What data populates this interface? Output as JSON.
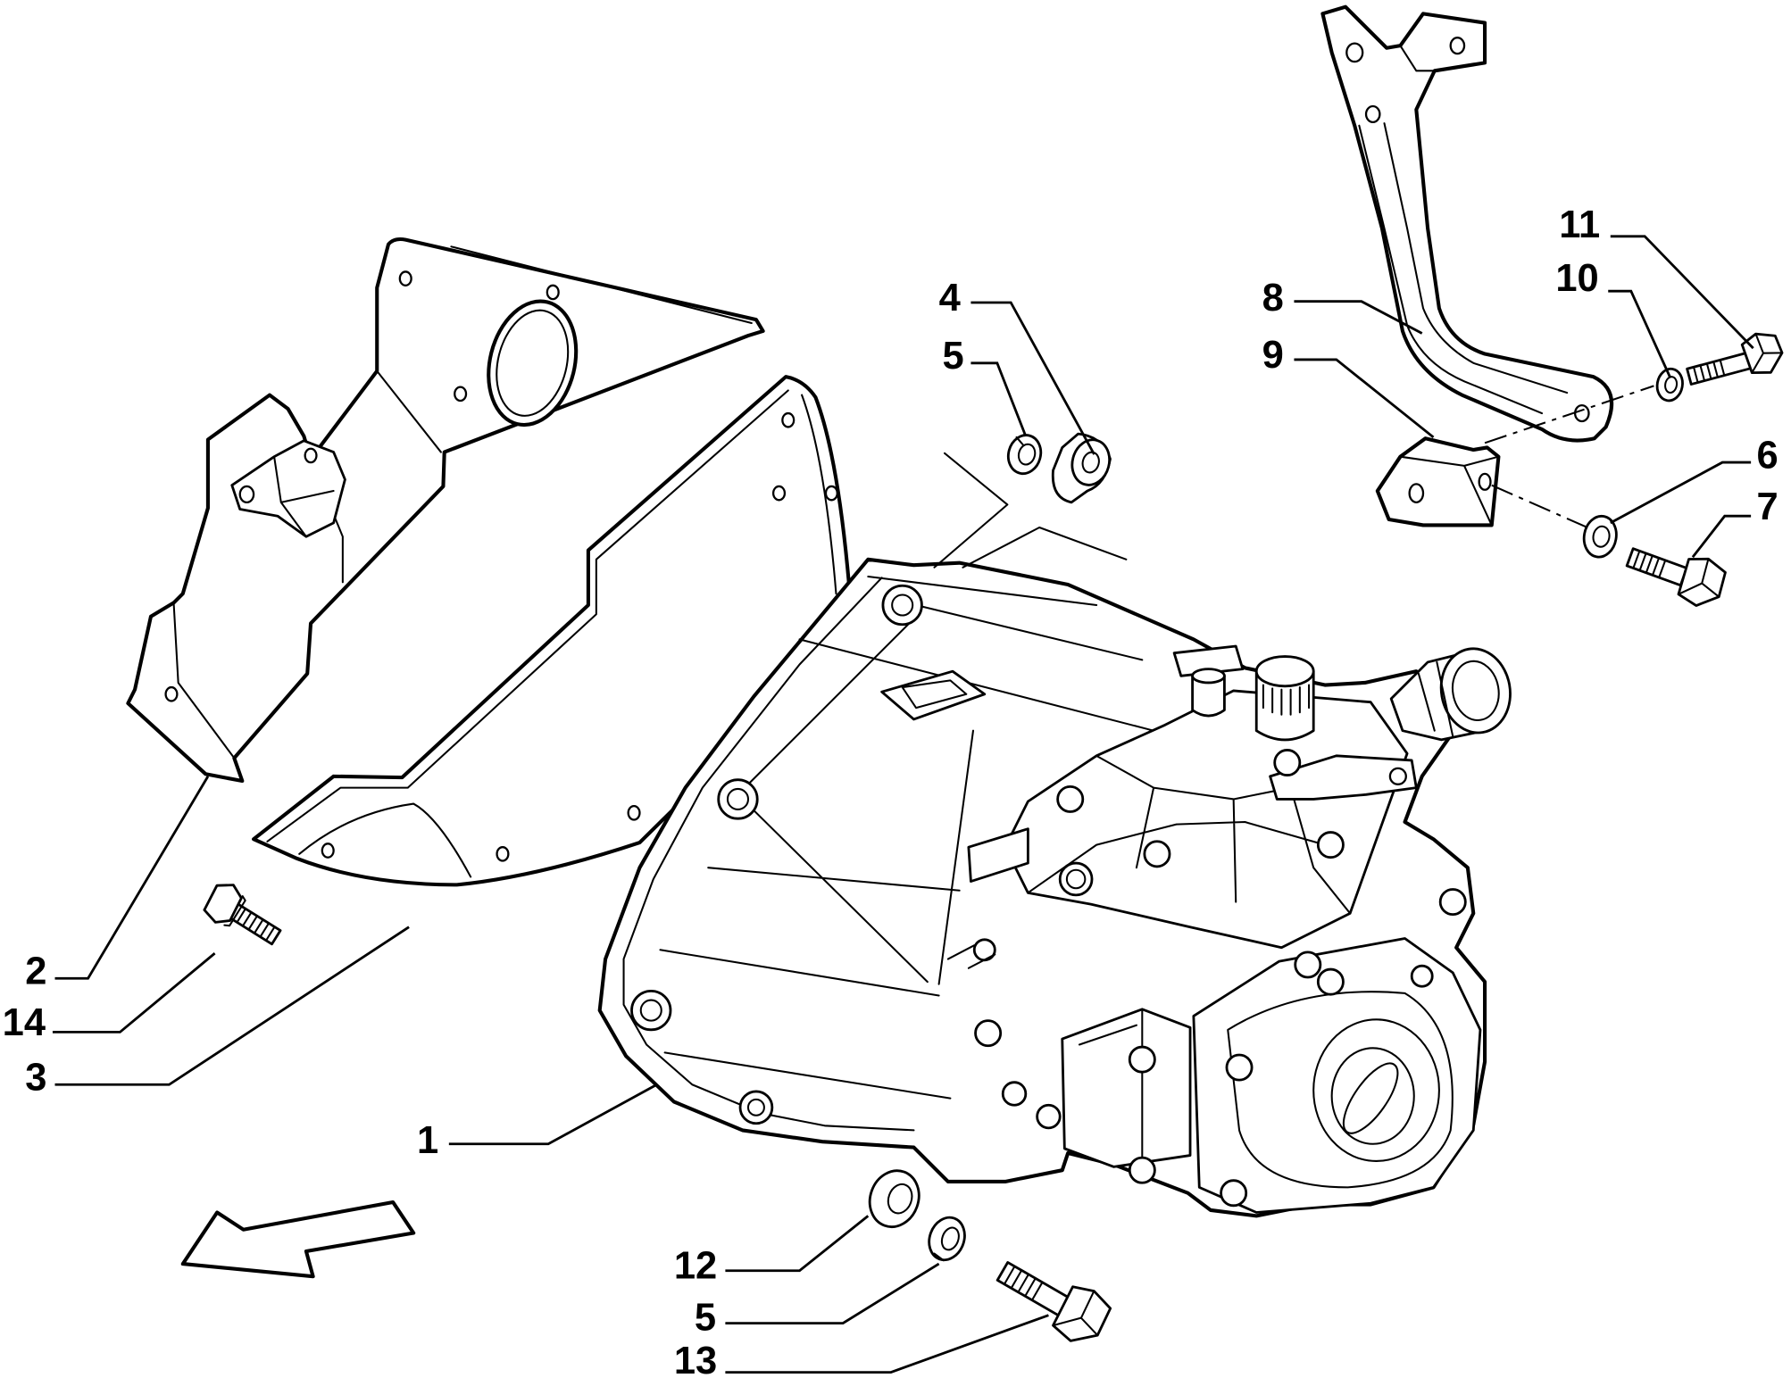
{
  "callouts": [
    "11",
    "10",
    "8",
    "9",
    "4",
    "5",
    "6",
    "7",
    "2",
    "14",
    "3",
    "1",
    "12",
    "5",
    "13"
  ]
}
